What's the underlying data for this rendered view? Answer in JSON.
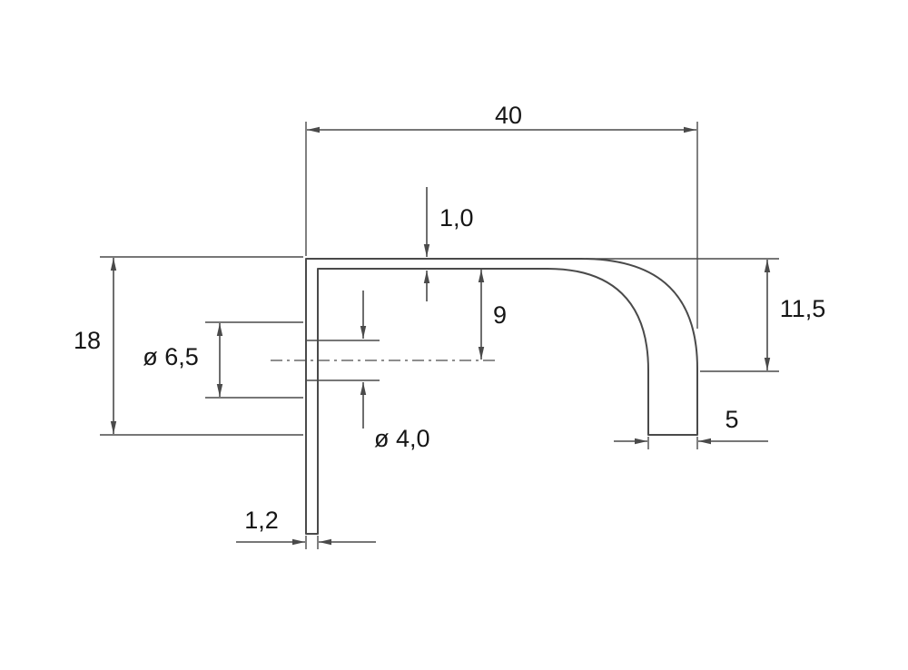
{
  "drawing": {
    "colors": {
      "background": "#ffffff",
      "lines": "#4a4a4a",
      "text": "#161616"
    },
    "dimensions": {
      "width_total": {
        "label": "40",
        "value": 40
      },
      "top_thickness": {
        "label": "1,0",
        "value": 1.0
      },
      "left_height": {
        "label": "18",
        "value": 18
      },
      "counterbore_diameter": {
        "label": "ø 6,5",
        "value": 6.5
      },
      "hole_center_offset": {
        "label": "9",
        "value": 9
      },
      "lip_height": {
        "label": "11,5",
        "value": 11.5
      },
      "hole_diameter": {
        "label": "ø 4,0",
        "value": 4.0
      },
      "tip_width": {
        "label": "5",
        "value": 5
      },
      "wall_thickness": {
        "label": "1,2",
        "value": 1.2
      }
    }
  }
}
